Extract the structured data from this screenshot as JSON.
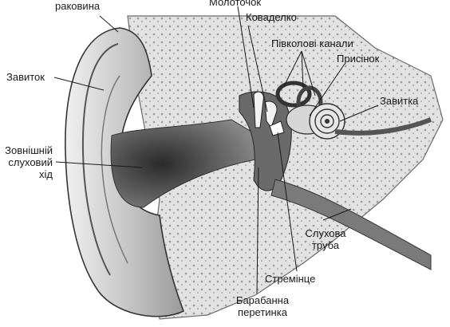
{
  "labels": {
    "auricle": "раковина",
    "helix": "Завиток",
    "canal_line1": "Зовнішній",
    "canal_line2": "слуховий",
    "canal_line3": "хід",
    "malleus": "Молоточок",
    "incus": "Коваделко",
    "semicircular": "Півколові канали",
    "vestibule": "Присінок",
    "cochlea": "Завитка",
    "tube_line1": "Слухова",
    "tube_line2": "труба",
    "stapes": "Стремінце",
    "drum_line1": "Барабанна",
    "drum_line2": "перетинка"
  },
  "colors": {
    "ink": "#1a1a1a",
    "bone": "#d9d9d9",
    "dark": "#5a5a5a",
    "canal": "#3c3c3c",
    "skin": "#bdbdbd"
  }
}
